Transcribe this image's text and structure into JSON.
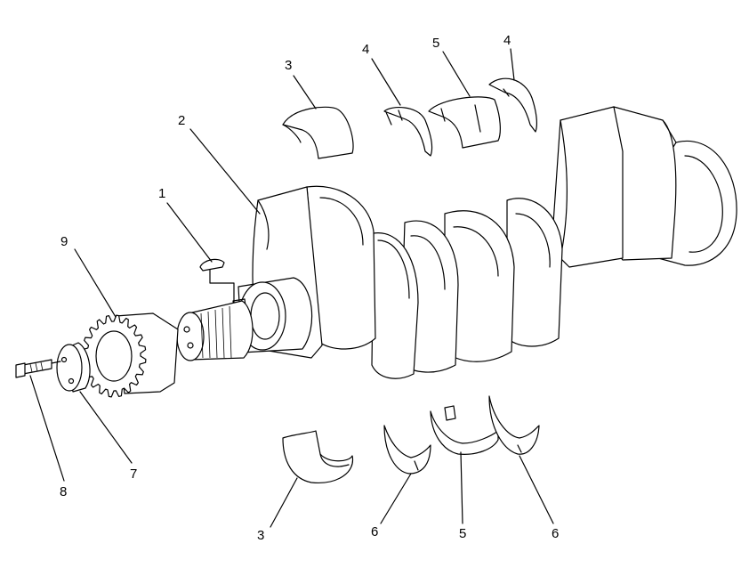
{
  "callouts": {
    "c1": "1",
    "c2": "2",
    "c3_top": "3",
    "c3_bottom": "3",
    "c4_left": "4",
    "c4_right": "4",
    "c5_top": "5",
    "c5_bottom": "5",
    "c6_left": "6",
    "c6_right": "6",
    "c7": "7",
    "c8": "8",
    "c9": "9"
  },
  "colors": {
    "line": "#000000",
    "background": "#ffffff"
  }
}
